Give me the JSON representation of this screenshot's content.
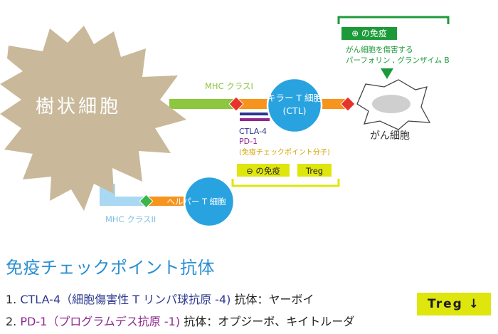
{
  "diagram": {
    "dendritic_cell_label": "樹状細胞",
    "mhc1_label": "MHC クラスI",
    "mhc2_label": "MHC クラスII",
    "killer_t_label_line1": "キラー T 細胞",
    "killer_t_label_line2": "(CTL)",
    "helper_t_label": "ヘルパー T 細胞",
    "cancer_cell_label": "がん細胞",
    "positive_immunity_label": "⊕ の免疫",
    "positive_note_line1": "がん細胞を傷害する",
    "positive_note_line2": "パーフォリン , グランザイム B",
    "checkpoint_ctla4": "CTLA-4",
    "checkpoint_pd1": "PD-1",
    "checkpoint_note": "(免疫チェックポイント分子)",
    "negative_immunity_label": "⊖ の免疫",
    "treg_label": "Treg"
  },
  "section": {
    "heading": "免疫チェックポイント抗体"
  },
  "antibodies": [
    {
      "num": "1.",
      "name": "CTLA-4（細胞傷害性 T リンパ球抗原 -4)",
      "drug": "抗体：ヤーボイ"
    },
    {
      "num": "2.",
      "name": "PD-1（プログラムデス抗原 -1)",
      "drug": "抗体：オプジーボ、キイトルーダ"
    }
  ],
  "treg_button_label": "Treg ↓",
  "colors": {
    "dendritic": "#c9b99a",
    "tcell": "#29a3e0",
    "mhc1": "#8dc63f",
    "mhc2": "#a8d8f2",
    "receptor": "#f7941d",
    "antigen": "#e8332a",
    "helper_antigen": "#39b54a",
    "highlight": "#dfe60e",
    "bracket_green": "#1c9a3a"
  }
}
